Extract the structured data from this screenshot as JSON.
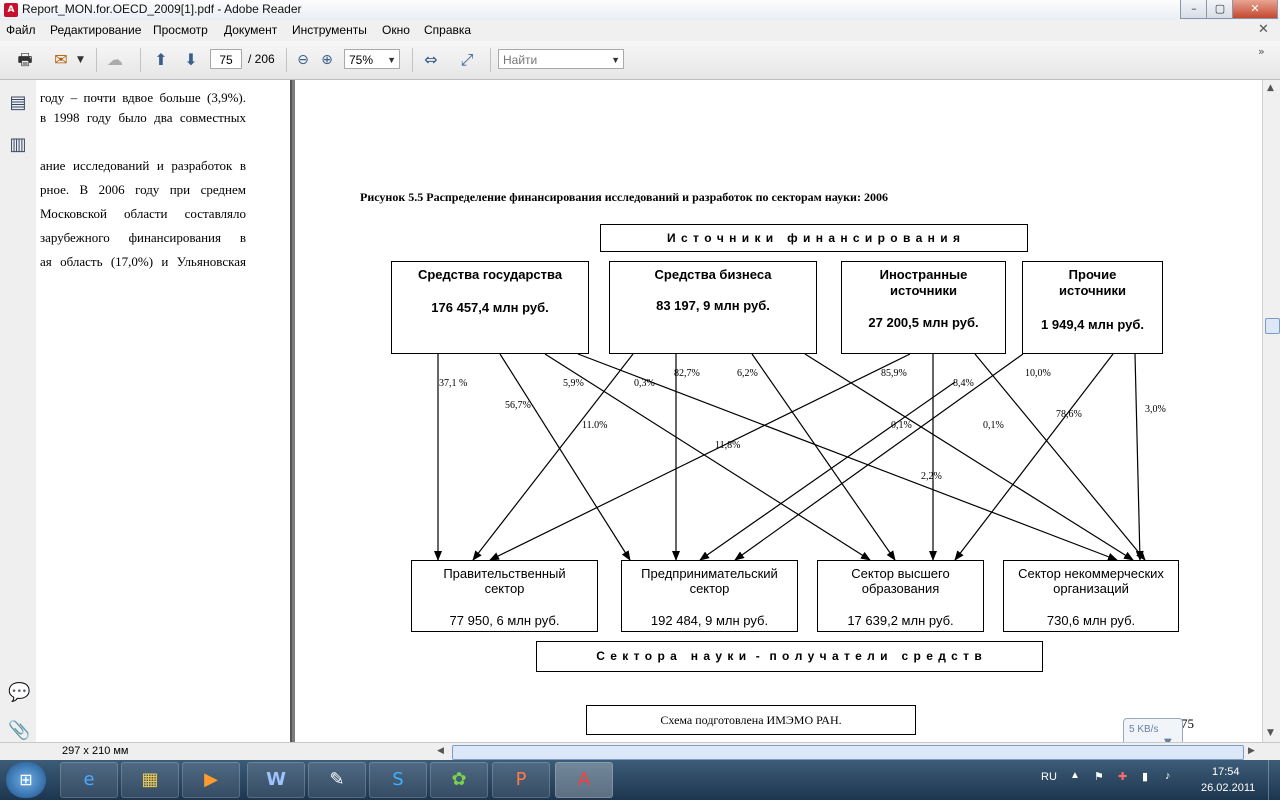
{
  "window": {
    "title": "Report_MON.for.OECD_2009[1].pdf - Adobe Reader",
    "min_label": "–",
    "max_label": "▢",
    "close_label": "✕"
  },
  "menu": [
    "Файл",
    "Редактирование",
    "Просмотр",
    "Документ",
    "Инструменты",
    "Окно",
    "Справка"
  ],
  "toolbar": {
    "page_current": "75",
    "page_total": "/ 206",
    "zoom": "75%",
    "search_placeholder": "Найти"
  },
  "left_page": {
    "lines": [
      "году – почти вдвое больше (3,9%).",
      "в 1998 году было два совместных",
      "",
      "ание исследований и разработок в",
      "рное. В 2006 году при среднем",
      "Московской области составляло",
      "зарубежного финансирования в",
      "ая область (17,0%) и Ульяновская"
    ]
  },
  "diagram": {
    "figure_title": "Рисунок 5.5 Распределение финансирования исследований и разработок по секторам науки: 2006",
    "sources_header": "И с т о ч н и к и   ф и н а н с и р о в а н и я",
    "sources": [
      {
        "name": "Средства государства",
        "amount": "176 457,4 млн руб."
      },
      {
        "name": "Средства бизнеса",
        "amount": "83 197, 9 млн руб."
      },
      {
        "name": "Иностранные источники",
        "amount": "27 200,5 млн руб."
      },
      {
        "name": "Прочие источники",
        "amount": "1 949,4 млн руб."
      }
    ],
    "recipients": [
      {
        "name": "Правительственный сектор",
        "amount": "77 950, 6 млн руб."
      },
      {
        "name": "Предпринимательский сектор",
        "amount": "192 484, 9 млн руб."
      },
      {
        "name": "Сектор высшего образования",
        "amount": "17 639,2 млн руб."
      },
      {
        "name": "Сектор некоммерческих организаций",
        "amount": "730,6 млн руб."
      }
    ],
    "recipients_header": "С е к т о р а   н а у к и  -  п о л у ч а т е л и   с р е д с т в",
    "percentages": [
      "37,1 %",
      "56,7%",
      "5,9%",
      "0,3%",
      "11.0%",
      "82,7%",
      "6,2%",
      "85,9%",
      "11,8%",
      "0,1%",
      "2,2%",
      "8,4%",
      "10,0%",
      "0,1%",
      "78,6%",
      "3,0%"
    ],
    "note": "Схема подготовлена ИМЭМО РАН.",
    "page_number": "75"
  },
  "status": {
    "page_size": "297 x 210 мм"
  },
  "net_widget": {
    "speed": "5 KB/s"
  },
  "tray": {
    "lang": "RU",
    "time": "17:54",
    "date": "26.02.2011"
  }
}
